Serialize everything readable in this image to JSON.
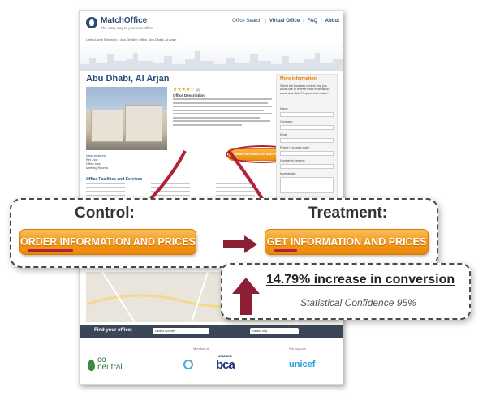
{
  "site": {
    "logo": "MatchOffice",
    "tagline": "The easy way to your new office",
    "nav": [
      "Office Search",
      "Virtual Office",
      "FAQ",
      "About"
    ],
    "breadcrumb": "United Arab Emirates > Abu Dhabi > office, Abu Dhabi, Al Arjan",
    "title": "Abu Dhabi, Al Arjan",
    "rating_text": "(9)",
    "description_heading": "Office Description",
    "view_pictures": "View pictures",
    "facts": [
      "Ref.-No.:",
      "Office size:",
      "Meeting Rooms:"
    ],
    "order_button_small": "ORDER INFORMATION AND PRICES",
    "facilities_heading": "Office Facilities and Services",
    "sidebar": {
      "heading": "More information",
      "intro": "Select the business centers that you would like to receive more information about and click \"Request information\".",
      "fields": [
        "Name",
        "Company",
        "Email",
        "Phone (+country code)",
        "Number of persons",
        "More details"
      ]
    },
    "find_label": "Find your office:",
    "select_country": "Select country",
    "select_city": "Select city",
    "footer": {
      "member_of": "Member of:",
      "we_support": "We support:",
      "co2_line1": "co",
      "co2_line2": "neutral",
      "bca_member": "MEMBER",
      "bca": "bca",
      "unicef": "unicef"
    }
  },
  "test": {
    "control_label": "Control:",
    "treatment_label": "Treatment:",
    "control_button": "ORDER INFORMATION AND PRICES",
    "treatment_button": "GET INFORMATION AND PRICES",
    "result_main": "14.79% increase in conversion",
    "result_sub": "Statistical Confidence 95%"
  },
  "colors": {
    "accent_red": "#b0223a",
    "button_orange": "#f39a1c",
    "brand_blue": "#2a4b78"
  }
}
